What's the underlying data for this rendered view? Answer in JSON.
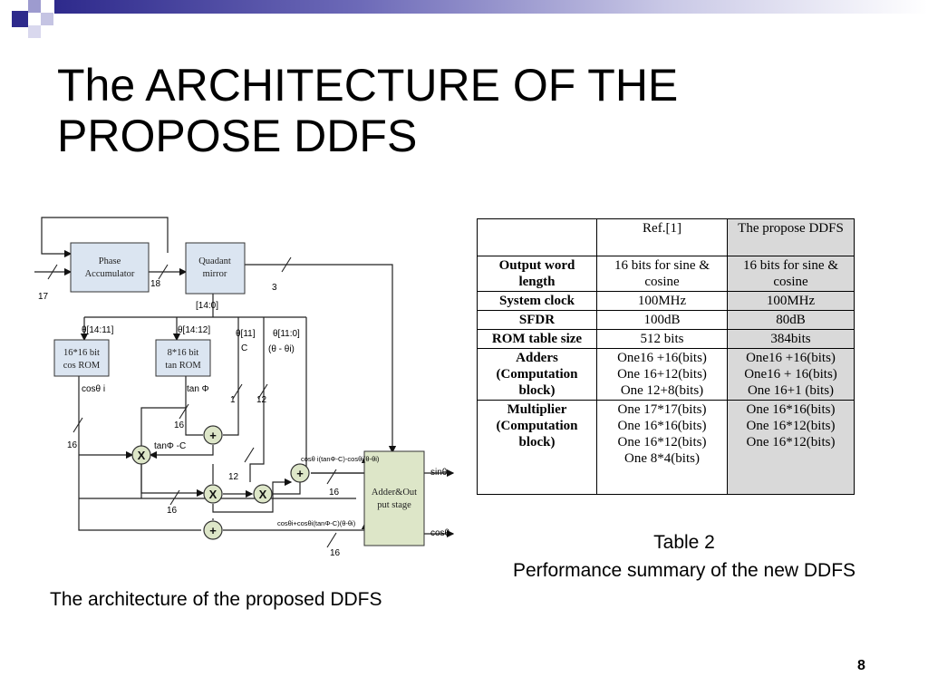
{
  "slide": {
    "title_line1": "The ARCHITECTURE OF THE",
    "title_line2": "PROPOSE DDFS",
    "page_number": "8",
    "accent_color": "#2e2a8c"
  },
  "diagram": {
    "caption": "The architecture of the proposed DDFS",
    "blocks": {
      "phase_acc_1": "Phase",
      "phase_acc_2": "Accumulator",
      "quad_1": "Quadant",
      "quad_2": "mirror",
      "cos_rom_1": "16*16 bit",
      "cos_rom_2": "cos ROM",
      "tan_rom_1": "8*16 bit",
      "tan_rom_2": "tan ROM",
      "adder_1": "Adder&Out",
      "adder_2": "put stage"
    },
    "labels": {
      "w17": "17",
      "w18": "18",
      "w3": "3",
      "b14_0": "[14:0]",
      "b14_11": "θ[14:11]",
      "b14_12": "θ[14:12]",
      "b11": "θ[11]",
      "c": "C",
      "b11_0": "θ[11:0]",
      "theta_diff": "(θ - θi)",
      "cos_theta_i": "cosθ i",
      "tan_phi": "tan Φ",
      "tan_phi_c": "tanΦ -C",
      "w1": "1",
      "w12a": "12",
      "w16a": "16",
      "w16b": "16",
      "w12b": "12",
      "w16c": "16",
      "w16d": "16",
      "w16e": "16",
      "mid_expr": "cosθ i(tanΦ-C)-cosθi(θ-θi)",
      "low_expr": "cosθi+cosθi(tanΦ-C)(θ-θi)",
      "sin_out": "sinθ",
      "cos_out": "cosθ"
    }
  },
  "table": {
    "caption_line1": "Table 2",
    "caption_line2": "Performance summary of the new DDFS",
    "headers": [
      "",
      "Ref.[1]",
      "The propose DDFS"
    ],
    "rows": [
      {
        "label": "Output word length",
        "ref": "16 bits for sine & cosine",
        "prop": "16 bits for sine & cosine"
      },
      {
        "label": "System clock",
        "ref": "100MHz",
        "prop": "100MHz"
      },
      {
        "label": "SFDR",
        "ref": "100dB",
        "prop": "80dB"
      },
      {
        "label": "ROM table size",
        "ref": "512 bits",
        "prop": "384bits"
      },
      {
        "label": "Adders (Computation block)",
        "ref": "One16 +16(bits)\nOne 16+12(bits)\nOne 12+8(bits)",
        "prop": "One16 +16(bits)\nOne16 + 16(bits)\nOne 16+1 (bits)"
      },
      {
        "label": "Multiplier (Computation block)",
        "ref": "One 17*17(bits)\nOne 16*16(bits)\nOne 16*12(bits)\nOne 8*4(bits)",
        "prop": "One 16*16(bits)\nOne  16*12(bits)\nOne 16*12(bits)"
      }
    ]
  }
}
